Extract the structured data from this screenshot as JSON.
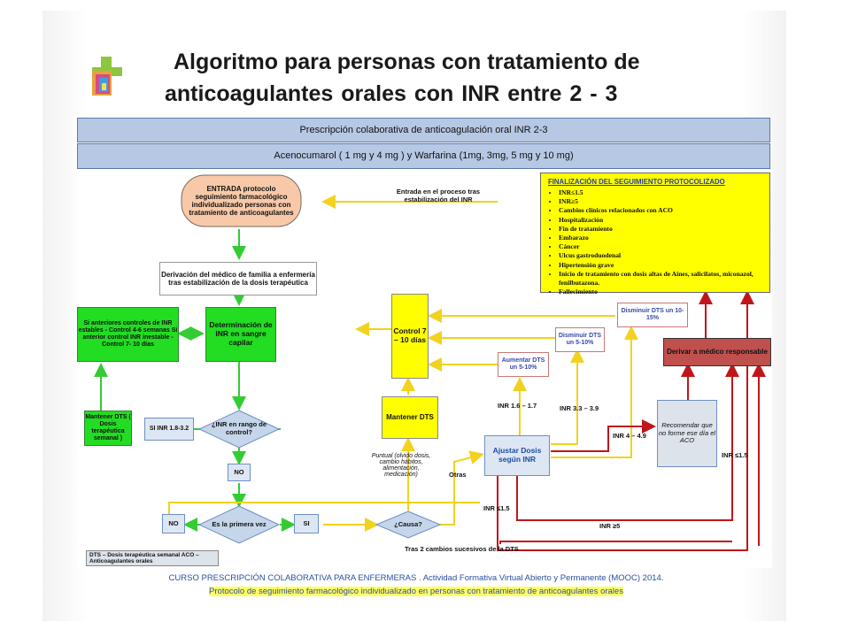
{
  "title": {
    "line1": "Algoritmo para personas con tratamiento de",
    "line2": "anticoagulantes     orales con INR entre 2 - 3"
  },
  "header": {
    "band1": "Prescripción colaborativa de anticoagulación oral INR 2-3",
    "band2": "Acenocumarol ( 1 mg y 4 mg ) y Warfarina (1mg, 3mg, 5 mg y 10 mg)"
  },
  "nodes": {
    "entrada": "ENTRADA protocolo seguimiento farmacológico individualizado personas con tratamiento de anticoagulantes",
    "entrada_label": "Entrada en el proceso tras estabilización del INR",
    "derivacion": "Derivación del médico de familia a enfermería tras estabilización de la dosis terapéutica",
    "si_anteriores": "Si anteriores controles de INR estables - Control 4-6 semanas Si anterior control INR inestable - Control 7- 10 días",
    "determinacion": "Determinación de INR en sangre capilar",
    "control": "Control 7 – 10 días",
    "mantener_dts": "Mantener DTS",
    "disminuir_10_15": "Disminuir DTS un 10-15%",
    "disminuir_5_10": "Disminuir DTS un 5-10%",
    "aumentar_5_10": "Aumentar DTS un 5-10%",
    "derivar_medico": "Derivar a médico responsable",
    "recomendar": "Recomendar que no forme ese día el ACO",
    "mantener_semanal": "Mantener DTS ( Dosis terapéutica semanal )",
    "si_rango": "SI INR 1.8-3.2",
    "inr_rango": "¿INR en rango de control?",
    "no1": "NO",
    "no2": "NO",
    "primera_vez": "Es la primera vez",
    "si2": "SI",
    "causa": "¿Causa?",
    "ajustar": "Ajustar Dosis según INR",
    "puntual": "Puntual (olvido dosis, cambio hábitos, alimentación, medicación)",
    "otras": "Otras",
    "legend": "DTS – Dosis terapéutica semanal ACO –Anticoagulantes orales",
    "inr_16_17": "INR 1.6 – 1.7",
    "inr_33_39": "INR 3.3 – 3.9",
    "inr_4_49": "INR 4 – 4.9",
    "inr_le15_a": "INR ≤1.5",
    "inr_ge5": "INR ≥5",
    "inr_le15_b": "INR ≤1.5",
    "tras2": "Tras 2 cambios sucesivos de la DTS"
  },
  "finalizacion": {
    "title": "FINALIZACIÓN DEL SEGUIMIENTO PROTOCOLIZADO",
    "items": [
      "INR≤1.5",
      "INR≥5",
      "Cambios clínicos relacionados con ACO",
      "Hospitalización",
      "Fin de tratamiento",
      "Embarazo",
      "Cáncer",
      "Ulcus gastroduodenal",
      "Hipertensión grave",
      "Inicio de tratamiento con dosis altas de Aines, salicilatos, miconazol, fenilbutazona.",
      "Fallecimiento"
    ]
  },
  "footer": {
    "line1": "CURSO PRESCRIPCIÓN COLABORATIVA PARA ENFERMERAS . Actividad Formativa Virtual Abierto y Permanente (MOOC) 2014.",
    "line2": "Protocolo  de  seguimiento  farmacológico  individualizado  en  personas  con  tratamiento de  anticoagulantes  orales"
  },
  "colors": {
    "green": "#22dd22",
    "yellow": "#ffff00",
    "header_blue": "#b6c8e3",
    "entry_orange": "#f8c9a8",
    "derive_red": "#c0504d",
    "arrow_green": "#33cc33",
    "arrow_yellow": "#f2d21f",
    "arrow_red": "#c0161a"
  }
}
